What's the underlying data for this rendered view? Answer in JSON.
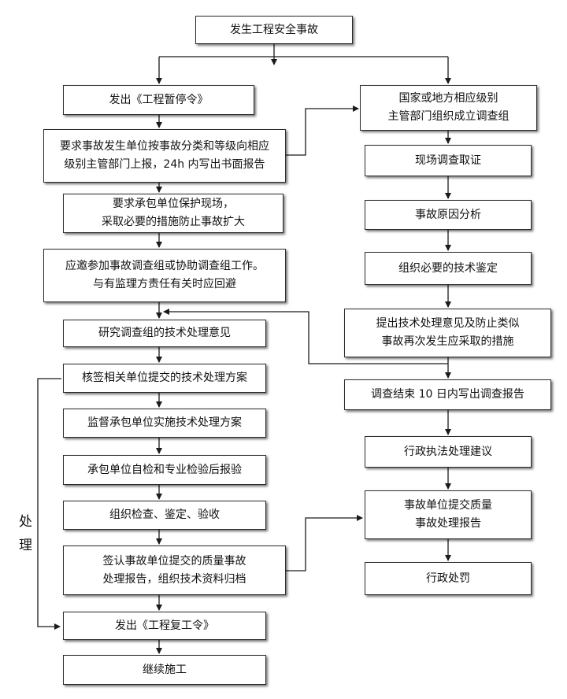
{
  "title": "发生工程安全事故",
  "left": {
    "stop_order": "发出《工程暂停令》",
    "report_l1": "要求事故发生单位按事故分类和等级向相应",
    "report_l2": "级别主管部门上报，24h 内写出书面报告",
    "protect_l1": "要求承包单位保护现场，",
    "protect_l2": "采取必要的措施防止事故扩大",
    "invite_l1": "应邀参加事故调查组或协助调查组工作。",
    "invite_l2": "与有监理方责任有关时应回避",
    "study": "研究调查组的技术处理意见",
    "sign_plan": "核签相关单位提交的技术处理方案",
    "supervise": "监督承包单位实施技术处理方案",
    "self_check": "承包单位自检和专业检验后报验",
    "organize": "组织检查、鉴定、验收",
    "confirm_l1": "签认事故单位提交的质量事故",
    "confirm_l2": "处理报告，组织技术资料归档",
    "resume_order": "发出《工程复工令》",
    "continue": "继续施工"
  },
  "right": {
    "team_l1": "国家或地方相应级别",
    "team_l2": "主管部门组织成立调查组",
    "evidence": "现场调查取证",
    "cause": "事故原因分析",
    "appraisal": "组织必要的技术鉴定",
    "measures_l1": "提出技术处理意见及防止类似",
    "measures_l2": "事故再次发生应采取的措施",
    "report": "调查结束 10 日内写出调查报告",
    "admin_advice": "行政执法处理建议",
    "quality_report_l1": "事故单位提交质量",
    "quality_report_l2": "事故处理报告",
    "penalty": "行政处罚"
  },
  "side_label": {
    "c1": "处",
    "c2": "理"
  },
  "colors": {
    "line": "#1a1a1a",
    "box_border": "#2b2b2b"
  }
}
